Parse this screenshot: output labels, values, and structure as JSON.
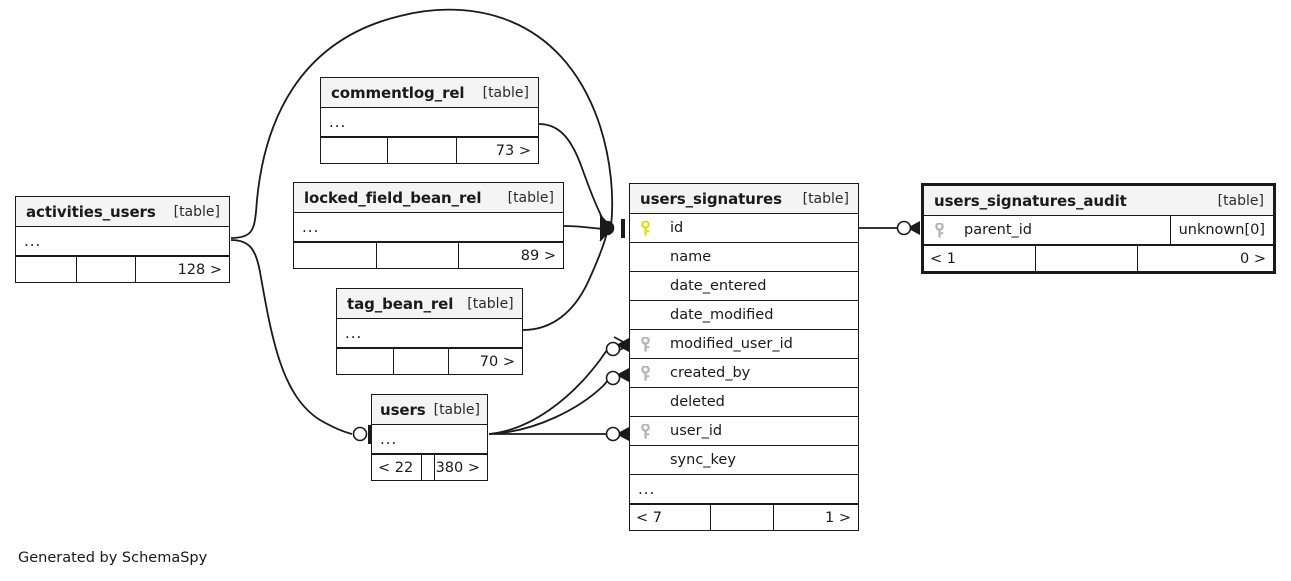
{
  "diagram": {
    "generator_credit": "Generated by SchemaSpy",
    "table_tag": "[table]",
    "ellipsis": "...",
    "colors": {
      "header_bg": "#f4f4f4",
      "border": "#1a1a1a",
      "primary_key_icon": "#e8e800",
      "foreign_key_icon": "#b0b0b0",
      "background": "#ffffff"
    }
  },
  "tables": [
    {
      "id": "activities_users",
      "name": "activities_users",
      "tag": "[table]",
      "rows": [
        {
          "label": "...",
          "key": "none",
          "type": ""
        }
      ],
      "footer": {
        "left": "",
        "mid": "",
        "right": "128 >"
      }
    },
    {
      "id": "commentlog_rel",
      "name": "commentlog_rel",
      "tag": "[table]",
      "rows": [
        {
          "label": "...",
          "key": "none",
          "type": ""
        }
      ],
      "footer": {
        "left": "",
        "mid": "",
        "right": "73 >"
      }
    },
    {
      "id": "locked_field_bean_rel",
      "name": "locked_field_bean_rel",
      "tag": "[table]",
      "rows": [
        {
          "label": "...",
          "key": "none",
          "type": ""
        }
      ],
      "footer": {
        "left": "",
        "mid": "",
        "right": "89 >"
      }
    },
    {
      "id": "tag_bean_rel",
      "name": "tag_bean_rel",
      "tag": "[table]",
      "rows": [
        {
          "label": "...",
          "key": "none",
          "type": ""
        }
      ],
      "footer": {
        "left": "",
        "mid": "",
        "right": "70 >"
      }
    },
    {
      "id": "users",
      "name": "users",
      "tag": "[table]",
      "rows": [
        {
          "label": "...",
          "key": "none",
          "type": ""
        }
      ],
      "footer": {
        "left": "< 22",
        "mid": "",
        "right": "380 >"
      }
    },
    {
      "id": "users_signatures",
      "name": "users_signatures",
      "tag": "[table]",
      "rows": [
        {
          "label": "id",
          "key": "primary",
          "type": ""
        },
        {
          "label": "name",
          "key": "none",
          "type": ""
        },
        {
          "label": "date_entered",
          "key": "none",
          "type": ""
        },
        {
          "label": "date_modified",
          "key": "none",
          "type": ""
        },
        {
          "label": "modified_user_id",
          "key": "foreign",
          "type": ""
        },
        {
          "label": "created_by",
          "key": "foreign",
          "type": ""
        },
        {
          "label": "deleted",
          "key": "none",
          "type": ""
        },
        {
          "label": "user_id",
          "key": "foreign",
          "type": ""
        },
        {
          "label": "sync_key",
          "key": "none",
          "type": ""
        },
        {
          "label": "...",
          "key": "none",
          "type": ""
        }
      ],
      "footer": {
        "left": "< 7",
        "mid": "",
        "right": "1 >"
      }
    },
    {
      "id": "users_signatures_audit",
      "name": "users_signatures_audit",
      "tag": "[table]",
      "emphasis": "thick-border",
      "rows": [
        {
          "label": "parent_id",
          "key": "foreign",
          "type": "unknown[0]"
        }
      ],
      "footer": {
        "left": "< 1",
        "mid": "",
        "right": "0 >"
      }
    }
  ],
  "relationships": [
    {
      "from": "activities_users",
      "to": "users_signatures.id",
      "from_card": "many",
      "to_card": "one"
    },
    {
      "from": "commentlog_rel",
      "to": "users_signatures.id",
      "from_card": "many",
      "to_card": "one"
    },
    {
      "from": "locked_field_bean_rel",
      "to": "users_signatures.id",
      "from_card": "many",
      "to_card": "one"
    },
    {
      "from": "tag_bean_rel",
      "to": "users_signatures.id",
      "from_card": "many",
      "to_card": "one"
    },
    {
      "from": "activities_users",
      "to": "users",
      "from_card": "many",
      "to_card": "one"
    },
    {
      "from": "users",
      "to": "users_signatures.modified_user_id",
      "from_card": "one",
      "to_card": "many"
    },
    {
      "from": "users",
      "to": "users_signatures.created_by",
      "from_card": "one",
      "to_card": "many"
    },
    {
      "from": "users",
      "to": "users_signatures.user_id",
      "from_card": "one",
      "to_card": "many"
    },
    {
      "from": "users_signatures.id",
      "to": "users_signatures_audit.parent_id",
      "from_card": "one",
      "to_card": "many"
    }
  ]
}
